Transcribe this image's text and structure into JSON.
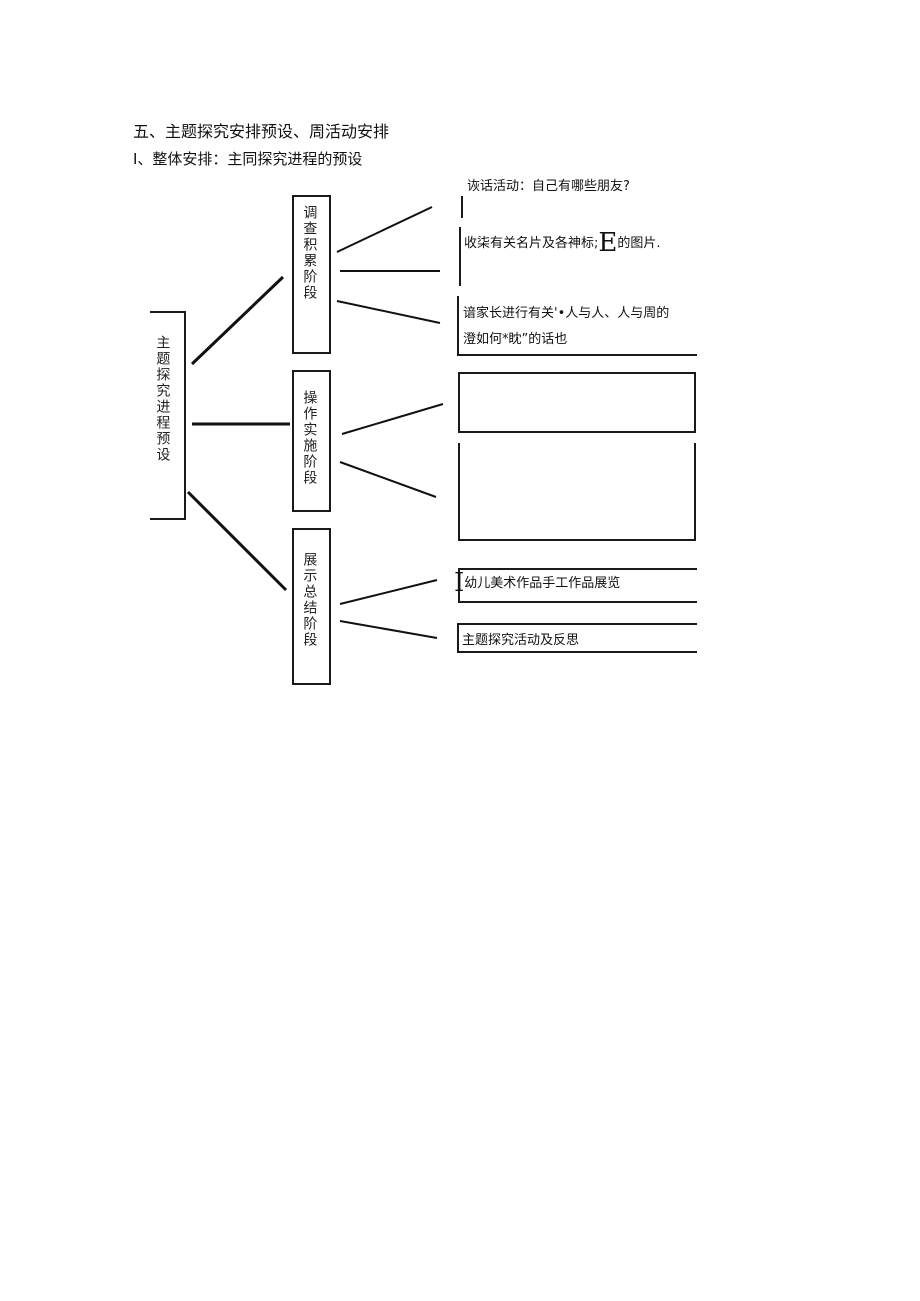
{
  "section_title": "五、主题探究安排预设、周活动安排",
  "subsection_title": "I、整体安排：主同探究进程的预设",
  "diagram": {
    "root": "主题探究进程预设",
    "stages": [
      {
        "label": "调查积累阶段",
        "leaves": [
          "诙话活动：自己有哪些朋友?",
          "收柒有关名片及各神标;",
          "E",
          "的图片.",
          "谙家长进行有关'•人与人、人与周的",
          "澄如何*眈”的话也"
        ]
      },
      {
        "label": "操作实施阶段",
        "leaves": [
          "",
          ""
        ]
      },
      {
        "label": "展示总结阶段",
        "leaves": [
          "I",
          "幼儿美术作品手工作品展览",
          "主题探究活动及反思"
        ]
      }
    ]
  }
}
